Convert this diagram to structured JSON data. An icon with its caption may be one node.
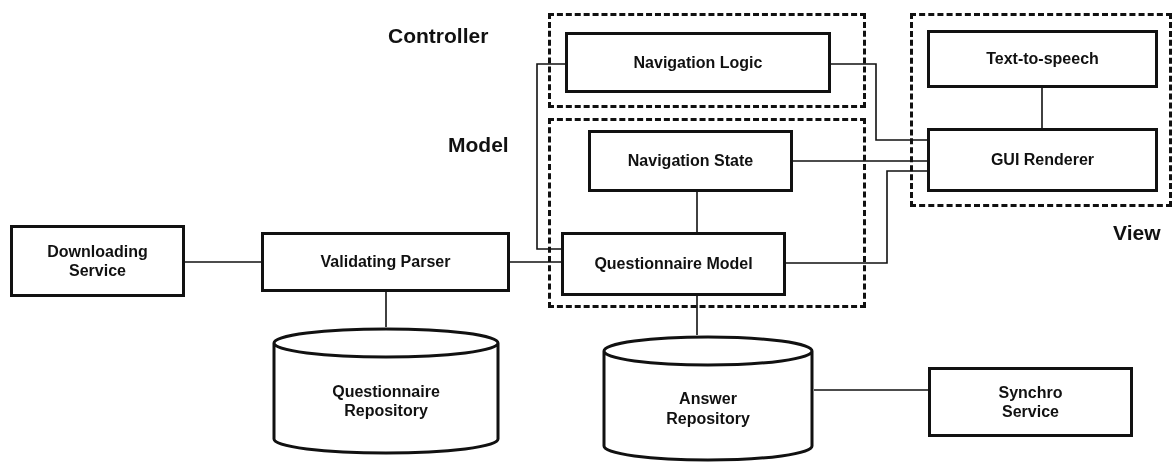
{
  "diagram": {
    "nodes": [
      {
        "text": [
          "Controller"
        ]
      },
      {
        "text": [
          "Navigation Logic"
        ],
        "in": 0
      },
      {
        "text": [
          "Model"
        ]
      },
      {
        "text": [
          "Navigation State"
        ],
        "in": 2
      },
      {
        "text": [
          "Questionnaire Model"
        ],
        "in": 2
      },
      {
        "text": [
          "View"
        ]
      },
      {
        "text": [
          "Text-to-speech"
        ],
        "in": 5
      },
      {
        "text": [
          "GUI Renderer"
        ],
        "in": 5
      },
      {
        "text": [
          "Downloading Service"
        ]
      },
      {
        "text": [
          "Validating Parser"
        ]
      },
      {
        "text": [
          "Questionnaire Repository"
        ]
      },
      {
        "text": [
          "Answer Repository"
        ]
      },
      {
        "text": [
          "Synchro Service"
        ]
      }
    ],
    "edges": [
      {
        "from": 1,
        "to": 4,
        "arrow": "none"
      },
      {
        "from": 1,
        "to": 7,
        "arrow": "none"
      },
      {
        "from": 3,
        "to": 7,
        "arrow": "none"
      },
      {
        "from": 4,
        "to": 7,
        "arrow": "none"
      },
      {
        "from": 6,
        "to": 7,
        "arrow": "none"
      },
      {
        "from": 3,
        "to": 4,
        "arrow": "none"
      },
      {
        "from": 8,
        "to": 9,
        "arrow": "none"
      },
      {
        "from": 9,
        "to": 4,
        "arrow": "none"
      },
      {
        "from": 9,
        "to": 10,
        "arrow": "none"
      },
      {
        "from": 4,
        "to": 11,
        "arrow": "none"
      },
      {
        "from": 11,
        "to": 12,
        "arrow": "none"
      }
    ]
  }
}
